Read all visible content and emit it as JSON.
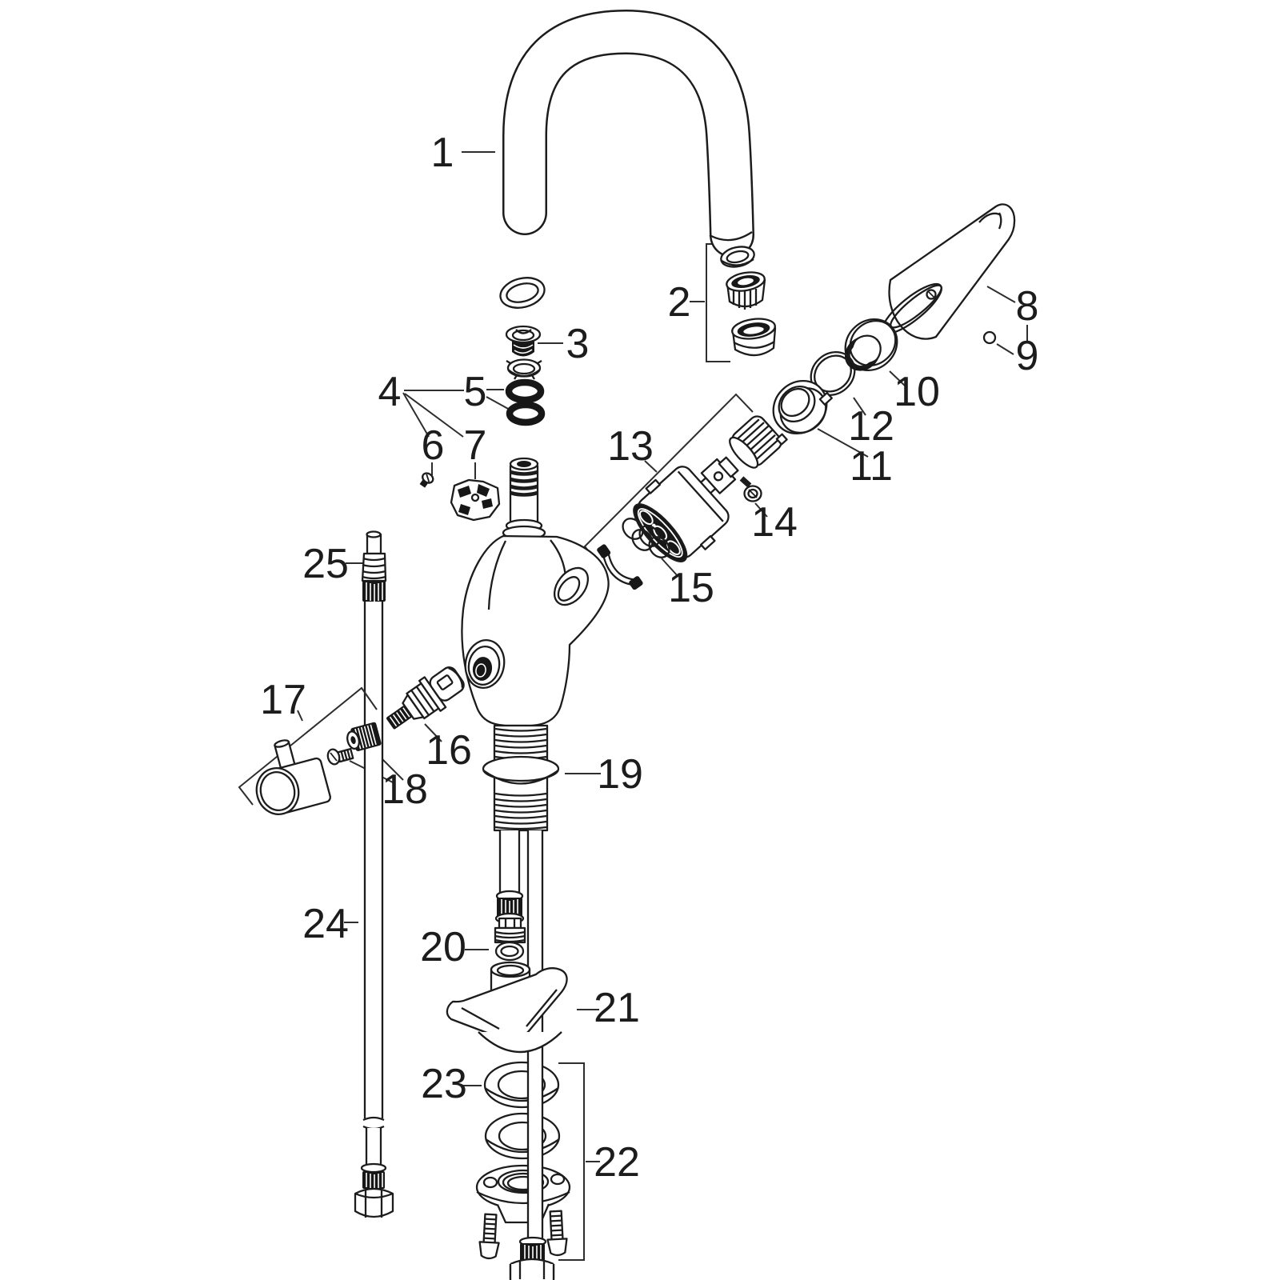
{
  "diagram": {
    "kind": "exploded-parts-diagram",
    "background": "#ffffff",
    "ink": "#1c1c1c",
    "leader_color": "#2e2e2e",
    "callouts": [
      {
        "num": "1"
      },
      {
        "num": "2"
      },
      {
        "num": "3"
      },
      {
        "num": "4"
      },
      {
        "num": "5"
      },
      {
        "num": "6"
      },
      {
        "num": "7"
      },
      {
        "num": "8"
      },
      {
        "num": "9"
      },
      {
        "num": "10"
      },
      {
        "num": "11"
      },
      {
        "num": "12"
      },
      {
        "num": "13"
      },
      {
        "num": "14"
      },
      {
        "num": "15"
      },
      {
        "num": "16"
      },
      {
        "num": "17"
      },
      {
        "num": "18"
      },
      {
        "num": "19"
      },
      {
        "num": "20"
      },
      {
        "num": "21"
      },
      {
        "num": "22"
      },
      {
        "num": "23"
      },
      {
        "num": "24"
      },
      {
        "num": "25"
      }
    ]
  }
}
